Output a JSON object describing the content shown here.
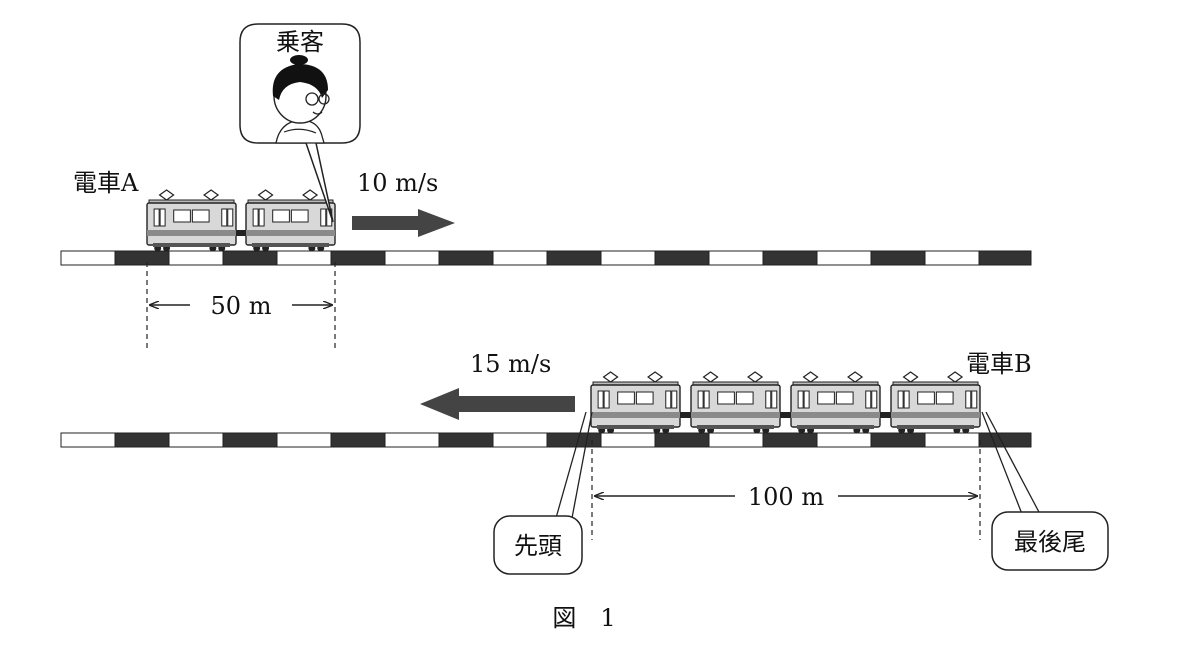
{
  "train_a": {
    "label": "電車A",
    "speed_label": "10 m/s",
    "length_label": "50 m",
    "cars": 2
  },
  "passenger": {
    "label": "乗客"
  },
  "train_b": {
    "label": "電車B",
    "speed_label": "15 m/s",
    "length_label": "100 m",
    "cars": 4,
    "front_label": "先頭",
    "rear_label": "最後尾"
  },
  "figure": {
    "caption": "図　1"
  },
  "colors": {
    "track_dark": "#333333",
    "car_body": "#d8d8d8",
    "car_stripe": "#8a8a8a",
    "arrow": "#444444"
  }
}
